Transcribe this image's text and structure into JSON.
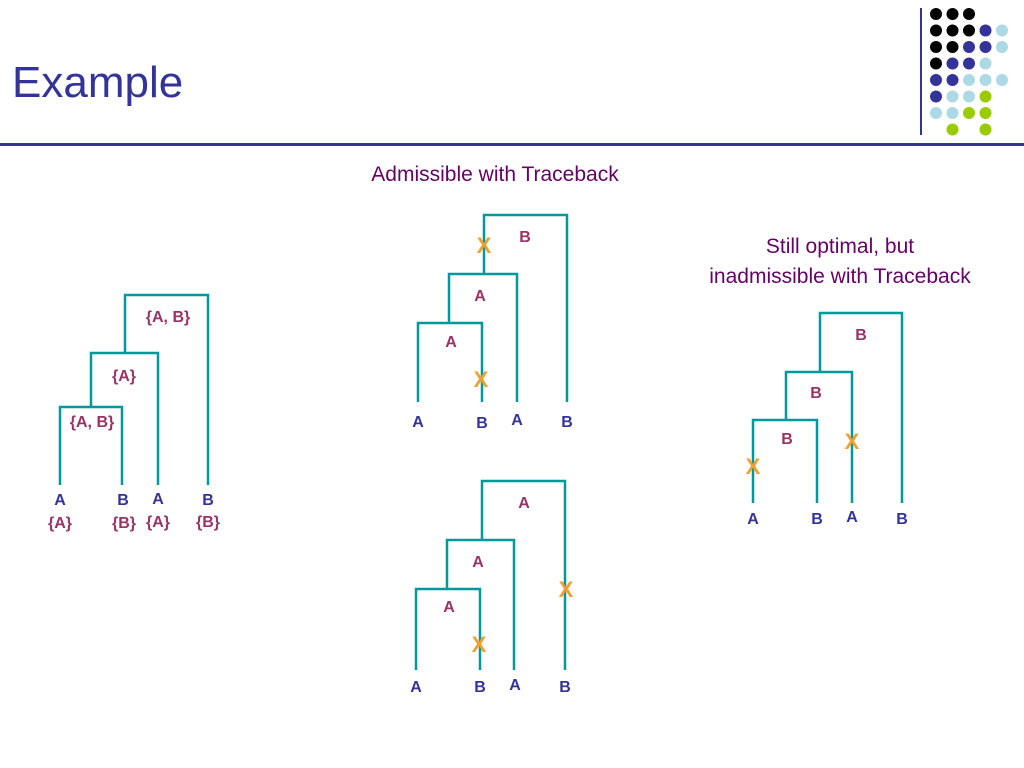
{
  "slide": {
    "title": "Example",
    "caption_admissible": "Admissible with Traceback",
    "caption_inadmissible_line1": "Still optimal, but",
    "caption_inadmissible_line2": "inadmissible with Traceback"
  },
  "colors": {
    "title": "#333399",
    "rule": "#333399",
    "caption": "#660066",
    "edge": "#009999",
    "leaf_label": "#333399",
    "state_label": "#993366",
    "change_mark": "#f0a030",
    "dot_palette": [
      "#000000",
      "#333399",
      "#add8e6",
      "#99cc00"
    ]
  },
  "decoration": {
    "dot_rows": [
      [
        "#000000",
        "#000000",
        "#000000",
        "",
        ""
      ],
      [
        "#000000",
        "#000000",
        "#000000",
        "#333399",
        "#add8e6"
      ],
      [
        "#000000",
        "#000000",
        "#333399",
        "#333399",
        "#add8e6"
      ],
      [
        "#000000",
        "#333399",
        "#333399",
        "#add8e6",
        ""
      ],
      [
        "#333399",
        "#333399",
        "#add8e6",
        "#add8e6",
        "#add8e6"
      ],
      [
        "#333399",
        "#add8e6",
        "#add8e6",
        "#99cc00",
        ""
      ],
      [
        "#add8e6",
        "#add8e6",
        "#99cc00",
        "#99cc00",
        ""
      ],
      [
        "",
        "#99cc00",
        "",
        "#99cc00",
        ""
      ]
    ]
  },
  "trees": {
    "sets_tree": {
      "leaves": [
        "A",
        "B",
        "A",
        "B"
      ],
      "leaf_sets": [
        "{A}",
        "{B}",
        "{A}",
        "{B}"
      ],
      "internal": [
        "{A, B}",
        "{A}",
        "{A, B}"
      ]
    },
    "admissible_1": {
      "leaves": [
        "A",
        "B",
        "A",
        "B"
      ],
      "internal": [
        "B",
        "A",
        "A"
      ],
      "change_mark": "X"
    },
    "admissible_2": {
      "leaves": [
        "A",
        "B",
        "A",
        "B"
      ],
      "internal": [
        "A",
        "A",
        "A"
      ],
      "change_mark": "X"
    },
    "inadmissible": {
      "leaves": [
        "A",
        "B",
        "A",
        "B"
      ],
      "internal": [
        "B",
        "B",
        "B"
      ],
      "change_mark": "X"
    }
  }
}
